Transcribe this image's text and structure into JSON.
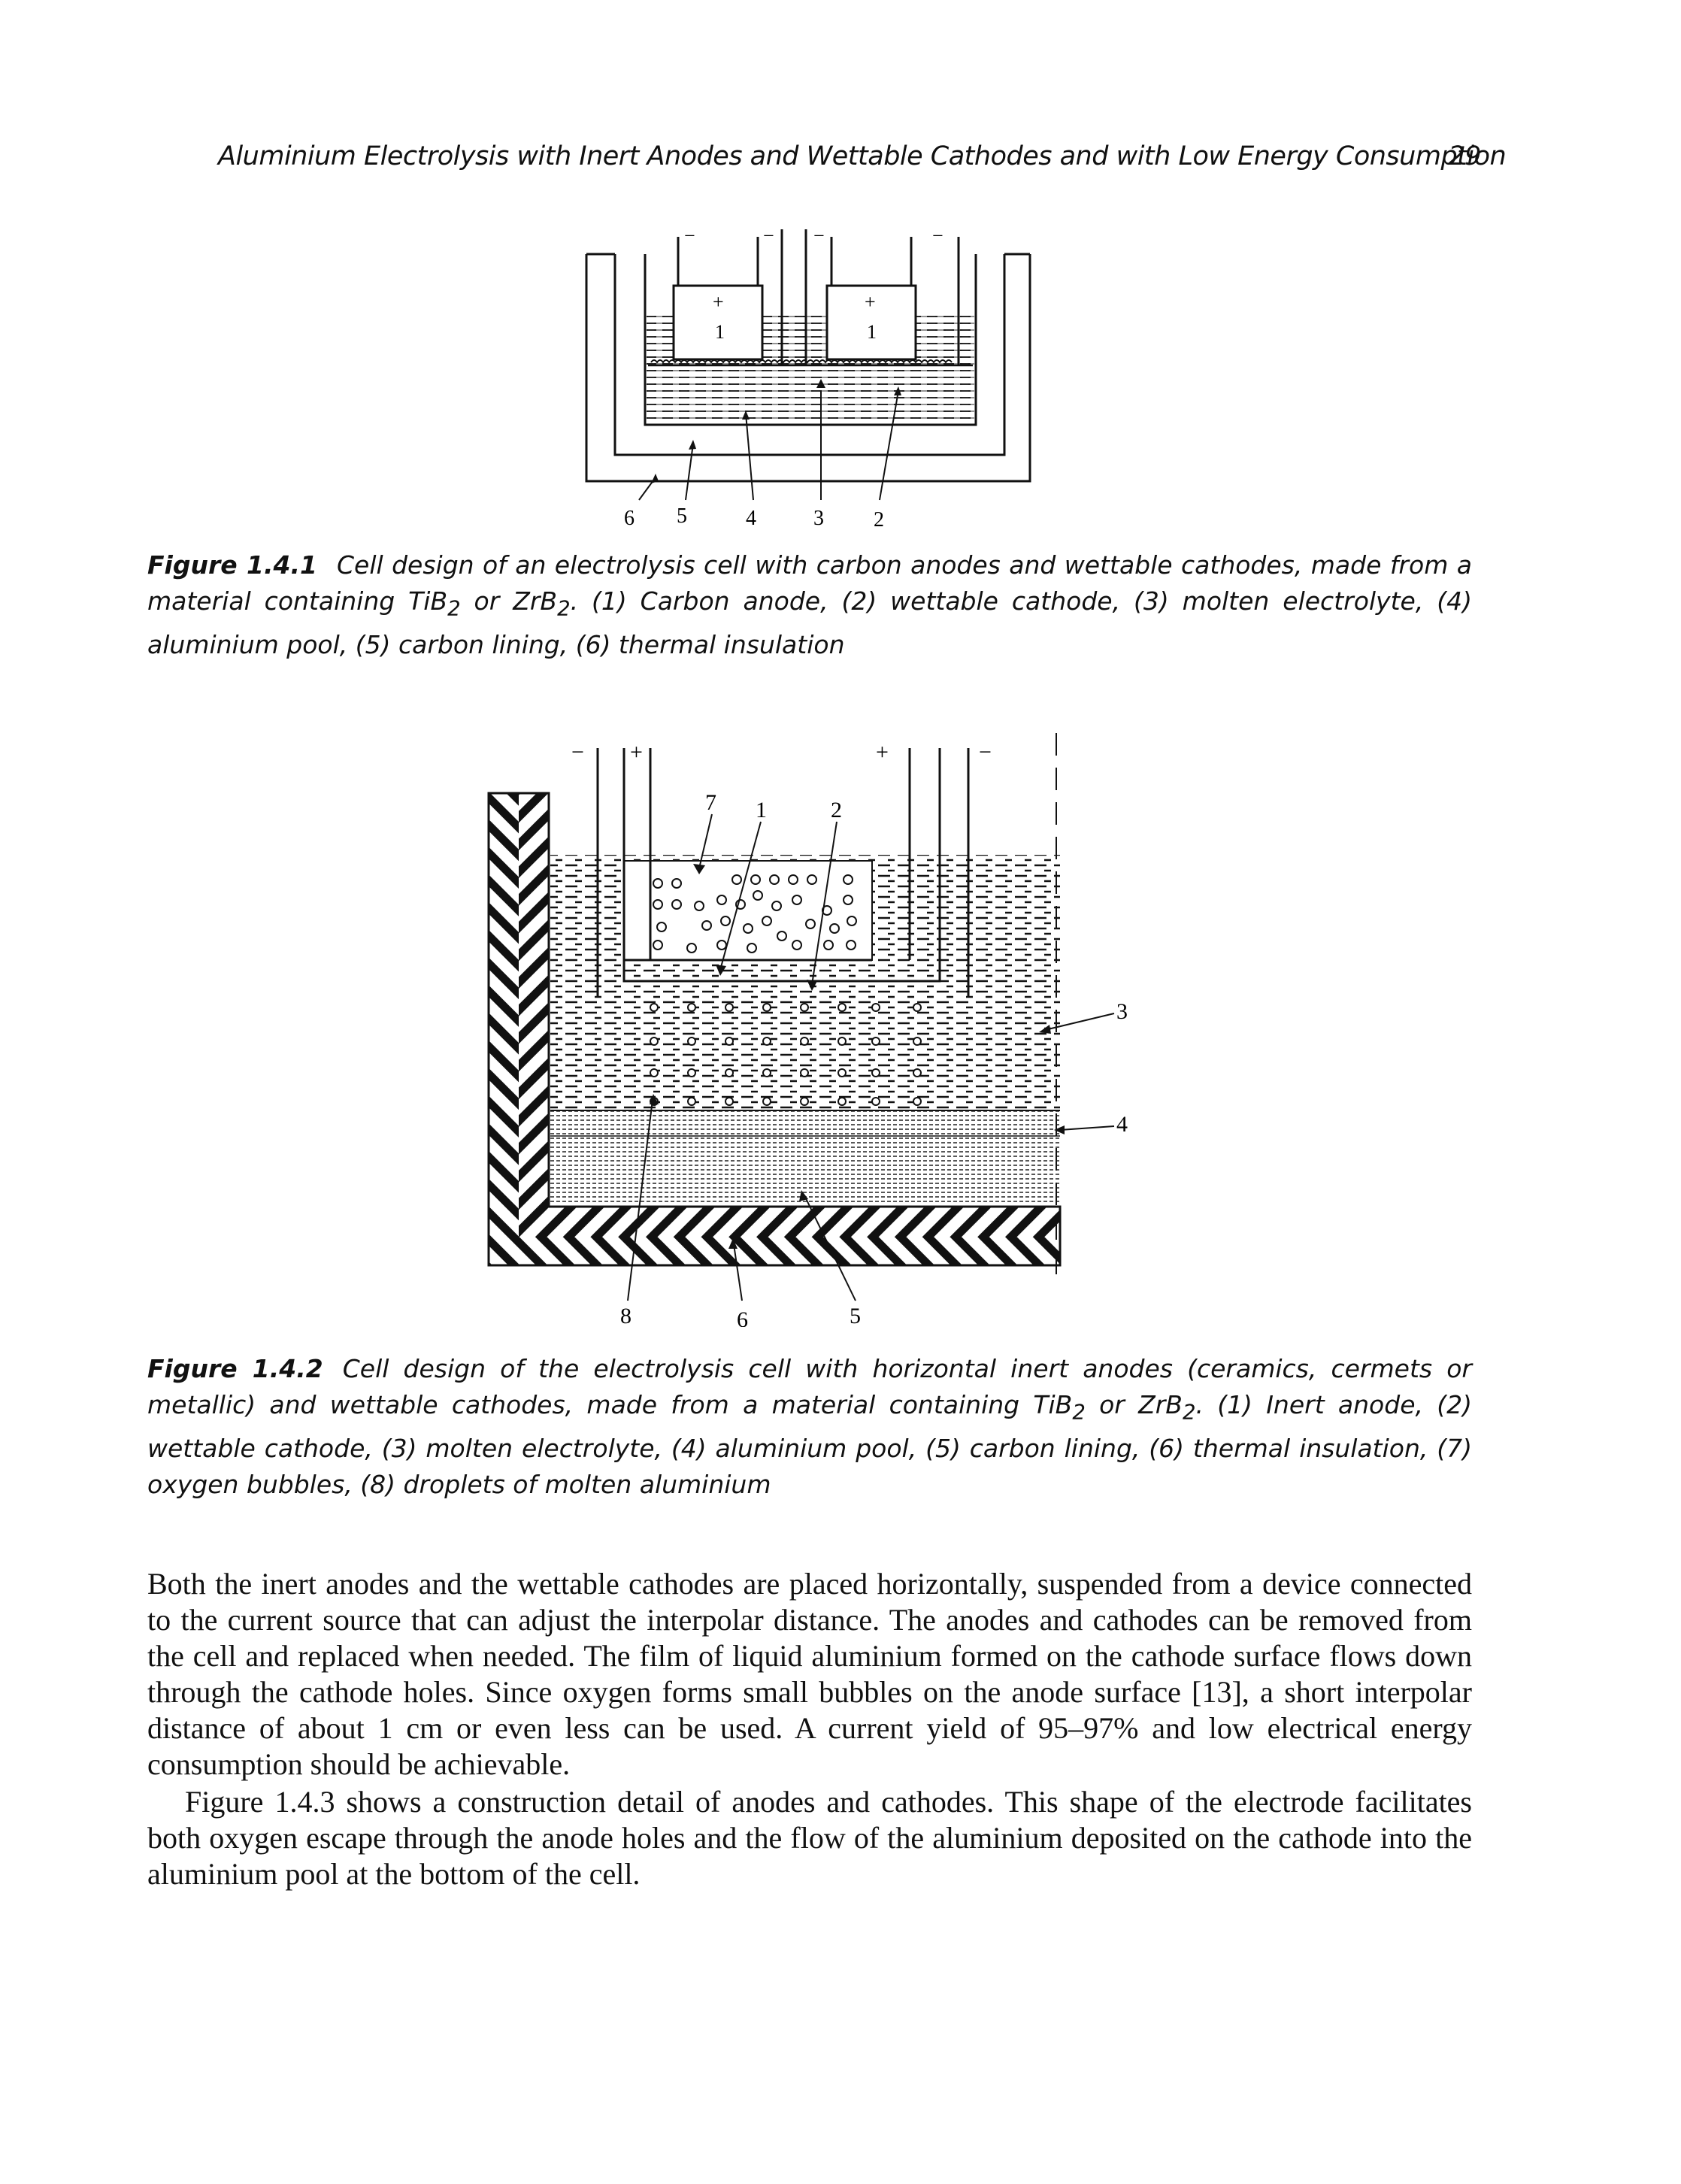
{
  "header": {
    "running_title": "Aluminium Electrolysis with Inert Anodes and Wettable Cathodes and with Low Energy Consumption",
    "page_number": "29"
  },
  "figure1": {
    "caption_label": "Figure 1.4.1",
    "caption_text_a": "Cell design of an electrolysis cell with carbon anodes and wettable cathodes, made from a material containing TiB",
    "sub_2": "2",
    "caption_or": " or ZrB",
    "caption_text_b": ". (1) Carbon anode, (2) wettable cathode, (3) molten electrolyte, (4) aluminium pool, (5) carbon lining, (6) thermal insulation",
    "labels": {
      "minus": "−",
      "plus": "+",
      "anode": "1",
      "n6": "6",
      "n5": "5",
      "n4": "4",
      "n3": "3",
      "n2": "2"
    }
  },
  "figure2": {
    "caption_label": "Figure 1.4.2",
    "caption_text_a": "Cell design of the electrolysis cell with horizontal inert anodes (ceramics, cermets or metallic) and wettable cathodes, made from a material containing TiB",
    "sub_2": "2",
    "caption_or": " or ZrB",
    "caption_text_b": ". (1) Inert anode, (2) wettable cathode, (3) molten electrolyte, (4) aluminium pool, (5) carbon lining, (6) thermal insulation, (7) oxygen bubbles, (8) droplets of molten aluminium",
    "labels": {
      "minus": "−",
      "plus": "+",
      "n7": "7",
      "n1": "1",
      "n2": "2",
      "n3": "3",
      "n4": "4",
      "n8": "8",
      "n6": "6",
      "n5": "5"
    }
  },
  "body": {
    "p1": "Both the inert anodes and the wettable cathodes are placed horizontally, suspended from a device connected to the current source that can adjust the interpolar distance. The anodes and cathodes can be removed from the cell and replaced when needed. The film of liquid aluminium formed on the cathode surface flows down through the cathode holes. Since oxygen forms small bubbles on the anode surface [13], a short interpolar distance of about 1 cm or even less can be used. A current yield of 95–97% and low electrical energy consumption should be achievable.",
    "p2": "Figure 1.4.3 shows a construction detail of anodes and cathodes. This shape of the electrode facilitates both oxygen escape through the anode holes and the flow of the aluminium deposited on the cathode into the aluminium pool at the bottom of the cell."
  }
}
